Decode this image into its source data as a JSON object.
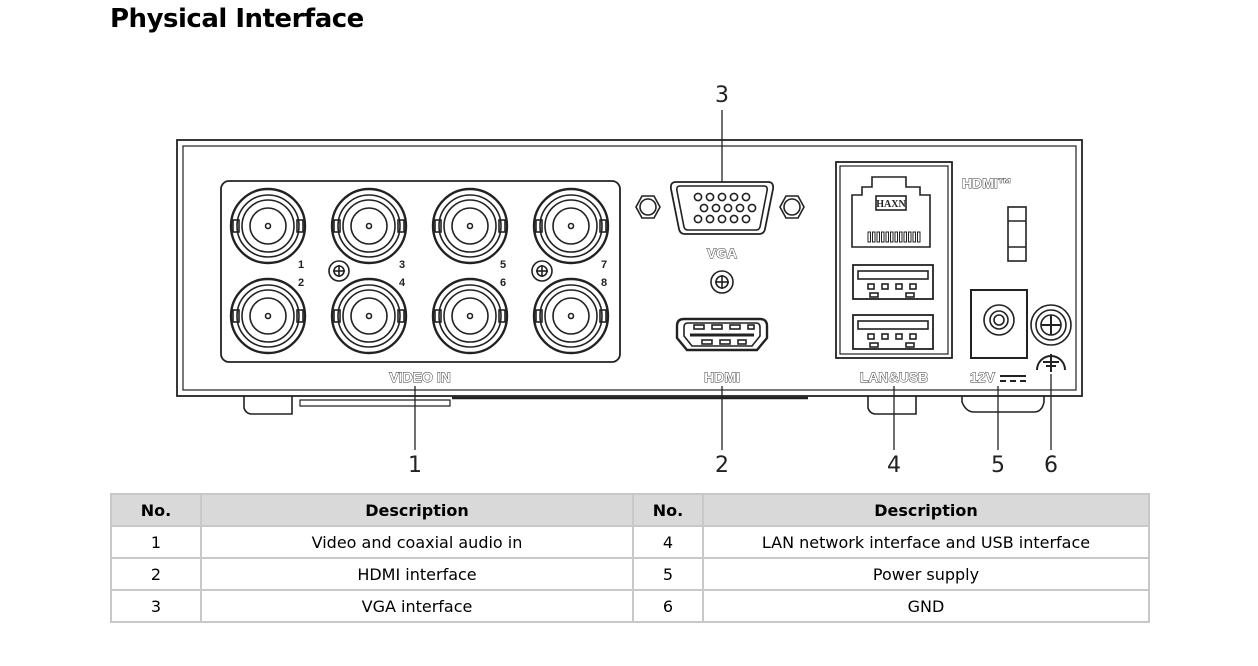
{
  "page": {
    "title": "Physical Interface"
  },
  "diagram": {
    "panel_labels": {
      "video_in": "VIDEO IN",
      "vga": "VGA",
      "hdmi": "HDMI",
      "hdmi_logo": "HDMI™",
      "lan_usb": "LAN&USB",
      "power": "12V",
      "rj45_text": "HAXN"
    },
    "bnc_port_numbers": [
      "1",
      "2",
      "3",
      "4",
      "5",
      "6",
      "7",
      "8"
    ],
    "callouts": [
      "1",
      "2",
      "3",
      "4",
      "5",
      "6"
    ],
    "icons": [
      "bnc-connector-icon",
      "vga-port-icon",
      "hdmi-port-icon",
      "rj45-port-icon",
      "usb-port-icon",
      "dc-power-jack-icon",
      "ground-screw-icon",
      "ground-symbol-icon"
    ]
  },
  "table": {
    "headers": [
      "No.",
      "Description",
      "No.",
      "Description"
    ],
    "rows": [
      {
        "no1": "1",
        "desc1": "Video and coaxial audio in",
        "no2": "4",
        "desc2": "LAN network interface and USB interface"
      },
      {
        "no1": "2",
        "desc1": "HDMI interface",
        "no2": "5",
        "desc2": "Power supply"
      },
      {
        "no1": "3",
        "desc1": "VGA interface",
        "no2": "6",
        "desc2": "GND"
      }
    ]
  }
}
